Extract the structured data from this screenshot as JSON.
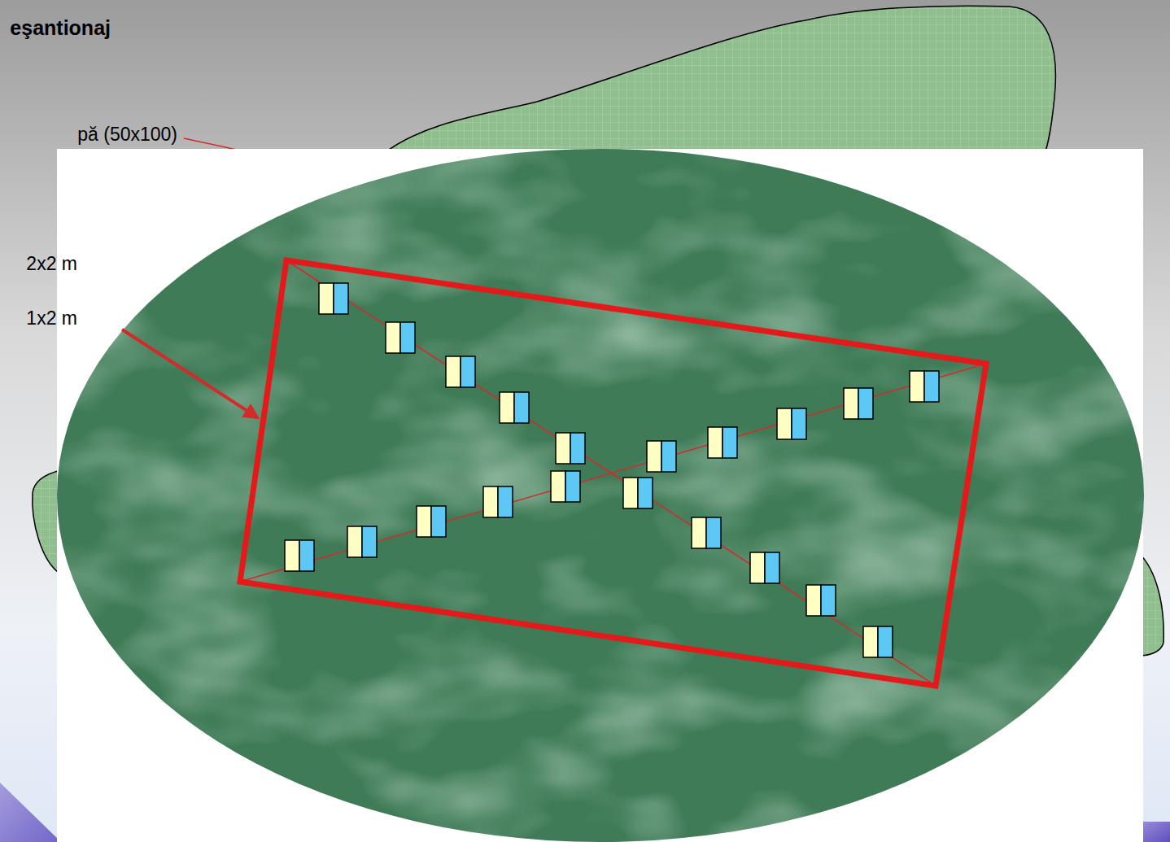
{
  "diagram": {
    "title": "eşantionaj",
    "labels": [
      "pă (50x100)",
      "2x2 m",
      "1x2 m"
    ]
  }
}
